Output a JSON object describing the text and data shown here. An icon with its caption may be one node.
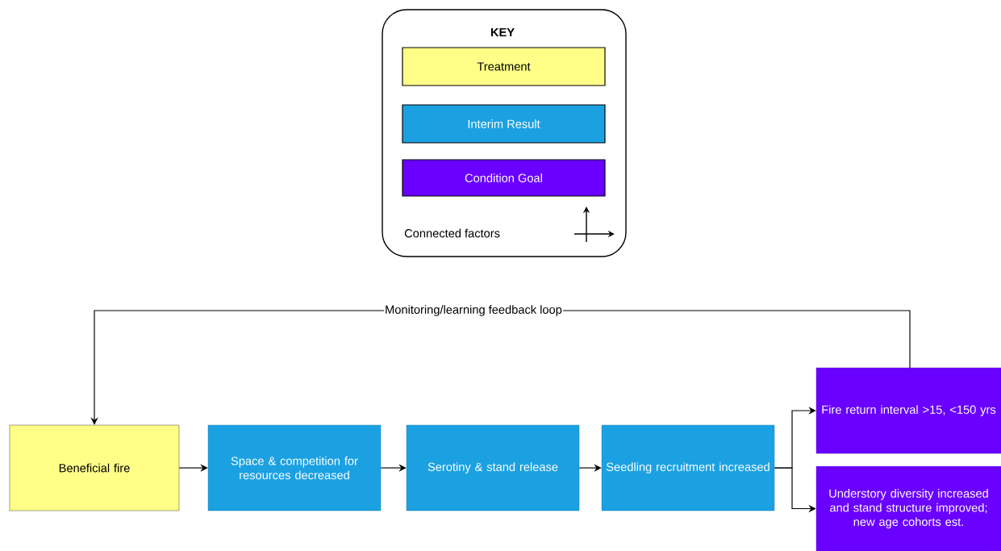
{
  "diagram": {
    "nodes": [
      {
        "text": [
          "Beneficial fire"
        ]
      },
      {
        "text": [
          "Space & competition for resources decreased"
        ]
      },
      {
        "text": [
          "Serotiny & stand release"
        ]
      },
      {
        "text": [
          "Seedling recruitment increased"
        ]
      },
      {
        "text": [
          "Fire return interval >15, <150 yrs"
        ]
      },
      {
        "text": [
          "Understory diversity increased and stand structure improved; new age cohorts est."
        ]
      }
    ],
    "edges": [
      {
        "from": 0,
        "to": 1,
        "arrow": "to"
      },
      {
        "from": 1,
        "to": 2,
        "arrow": "to"
      },
      {
        "from": 2,
        "to": 3,
        "arrow": "to"
      },
      {
        "from": 3,
        "to": 4,
        "arrow": "to"
      },
      {
        "from": 3,
        "to": 5,
        "arrow": "to"
      },
      {
        "from": 4,
        "to": 0,
        "arrow": "to",
        "label": "Monitoring/learning feedback loop"
      }
    ],
    "labels": [
      "KEY"
    ],
    "legend": [
      {
        "text": "Treatment",
        "color": "#ffff88"
      },
      {
        "text": "Interim Result",
        "color": "#1ba1e2"
      },
      {
        "text": "Condition Goal",
        "color": "#6a00ff"
      },
      {
        "text": "Connected factors"
      }
    ]
  }
}
